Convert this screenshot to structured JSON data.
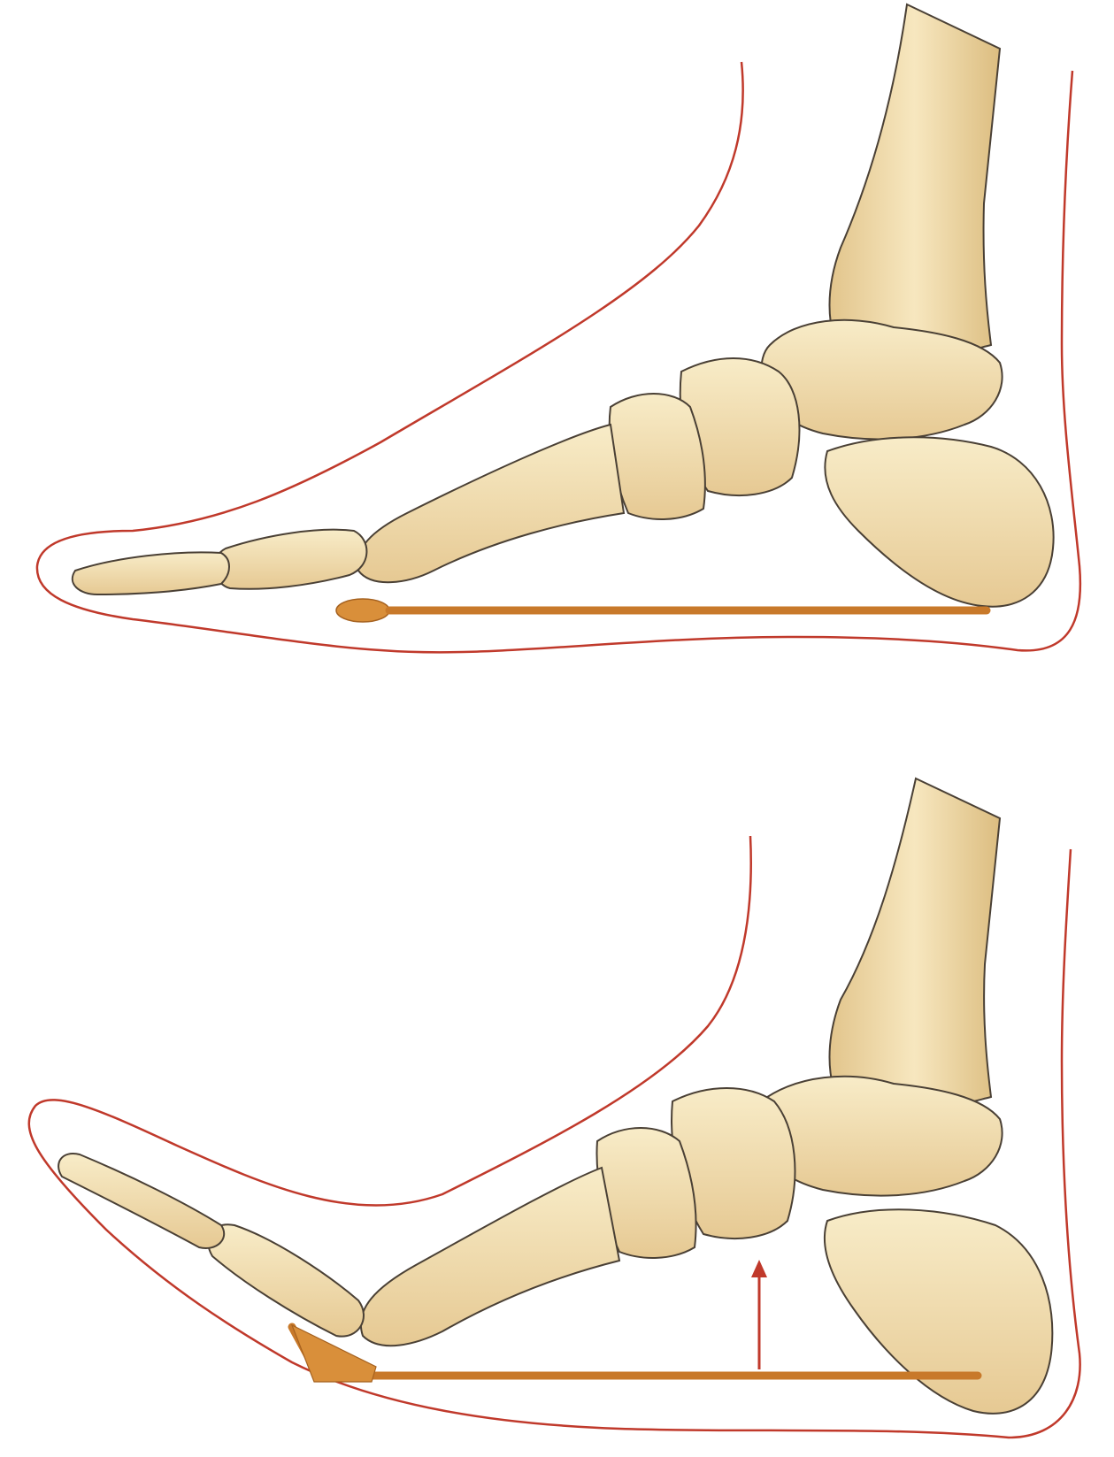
{
  "figure": {
    "panels": [
      {
        "id": "top",
        "state": "foot-flat-stance",
        "arch_arrow": false
      },
      {
        "id": "bottom",
        "state": "toes-dorsiflexed-arch-raised",
        "arch_arrow": true
      }
    ],
    "colors": {
      "background": "#ffffff",
      "skin_outline": "#c0392b",
      "bone_fill": "#f3deb0",
      "bone_shadow": "#dcbf86",
      "bone_outline": "#4a4035",
      "fascia": "#c8792a",
      "arrow": "#c0392b"
    }
  }
}
